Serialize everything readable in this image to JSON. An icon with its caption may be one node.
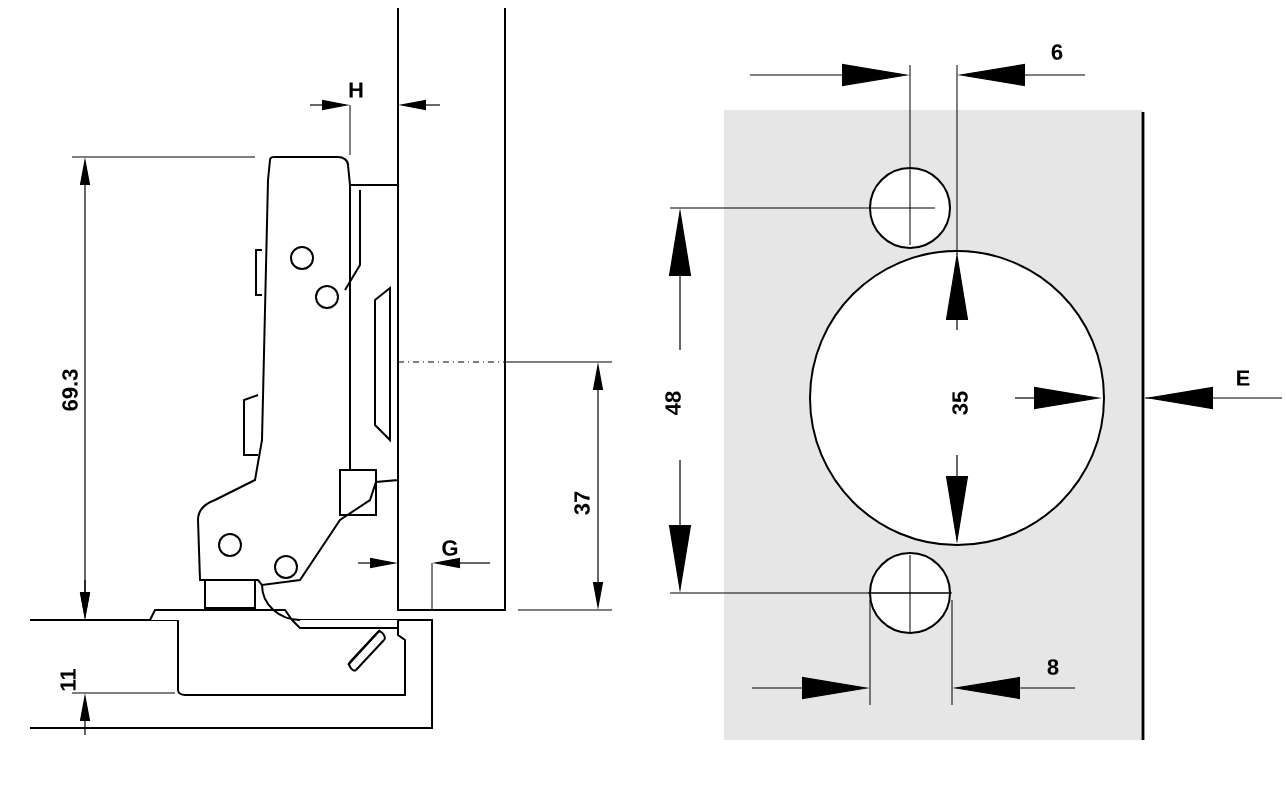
{
  "diagram": {
    "labels": [
      "H",
      "6",
      "69.3",
      "48",
      "35",
      "E",
      "37",
      "G",
      "8",
      "11"
    ]
  }
}
